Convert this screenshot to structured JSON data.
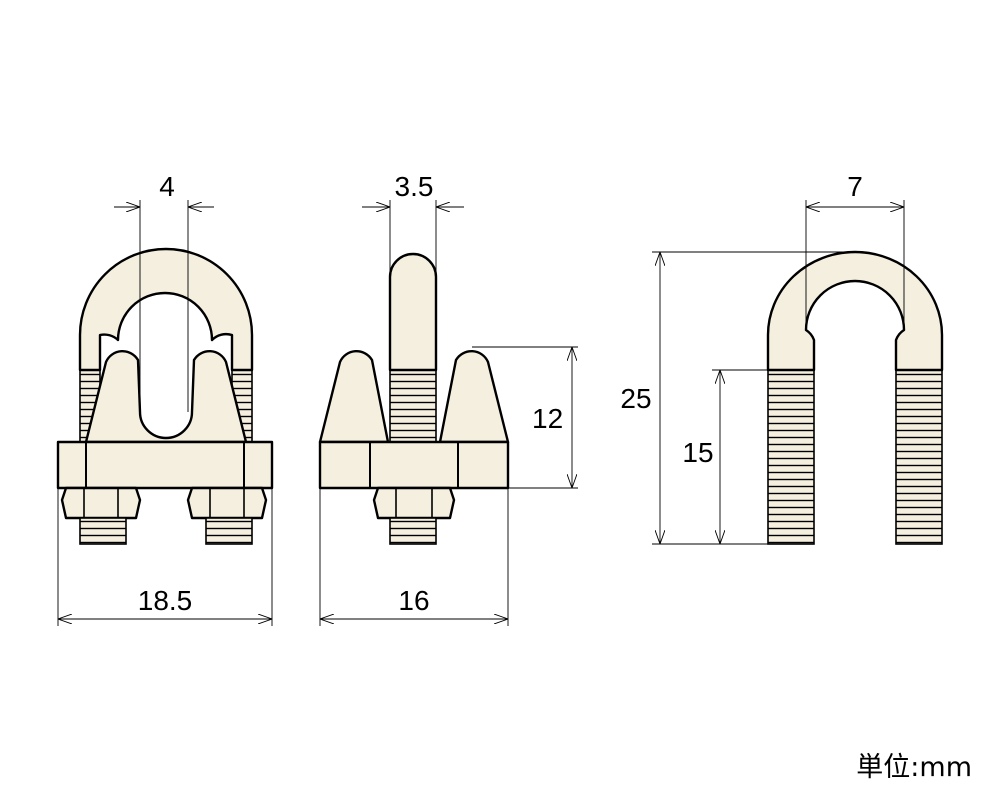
{
  "dimensions": {
    "front_rope_gap": "4",
    "front_width": "18.5",
    "side_ubolt_dia": "3.5",
    "side_width": "16",
    "side_saddle_height": "12",
    "ubolt_inner_width": "7",
    "ubolt_total_height": "25",
    "ubolt_thread_length": "15"
  },
  "unit_label": "単位:mm",
  "colors": {
    "part_fill": "#f5efdf",
    "line": "#000000"
  }
}
